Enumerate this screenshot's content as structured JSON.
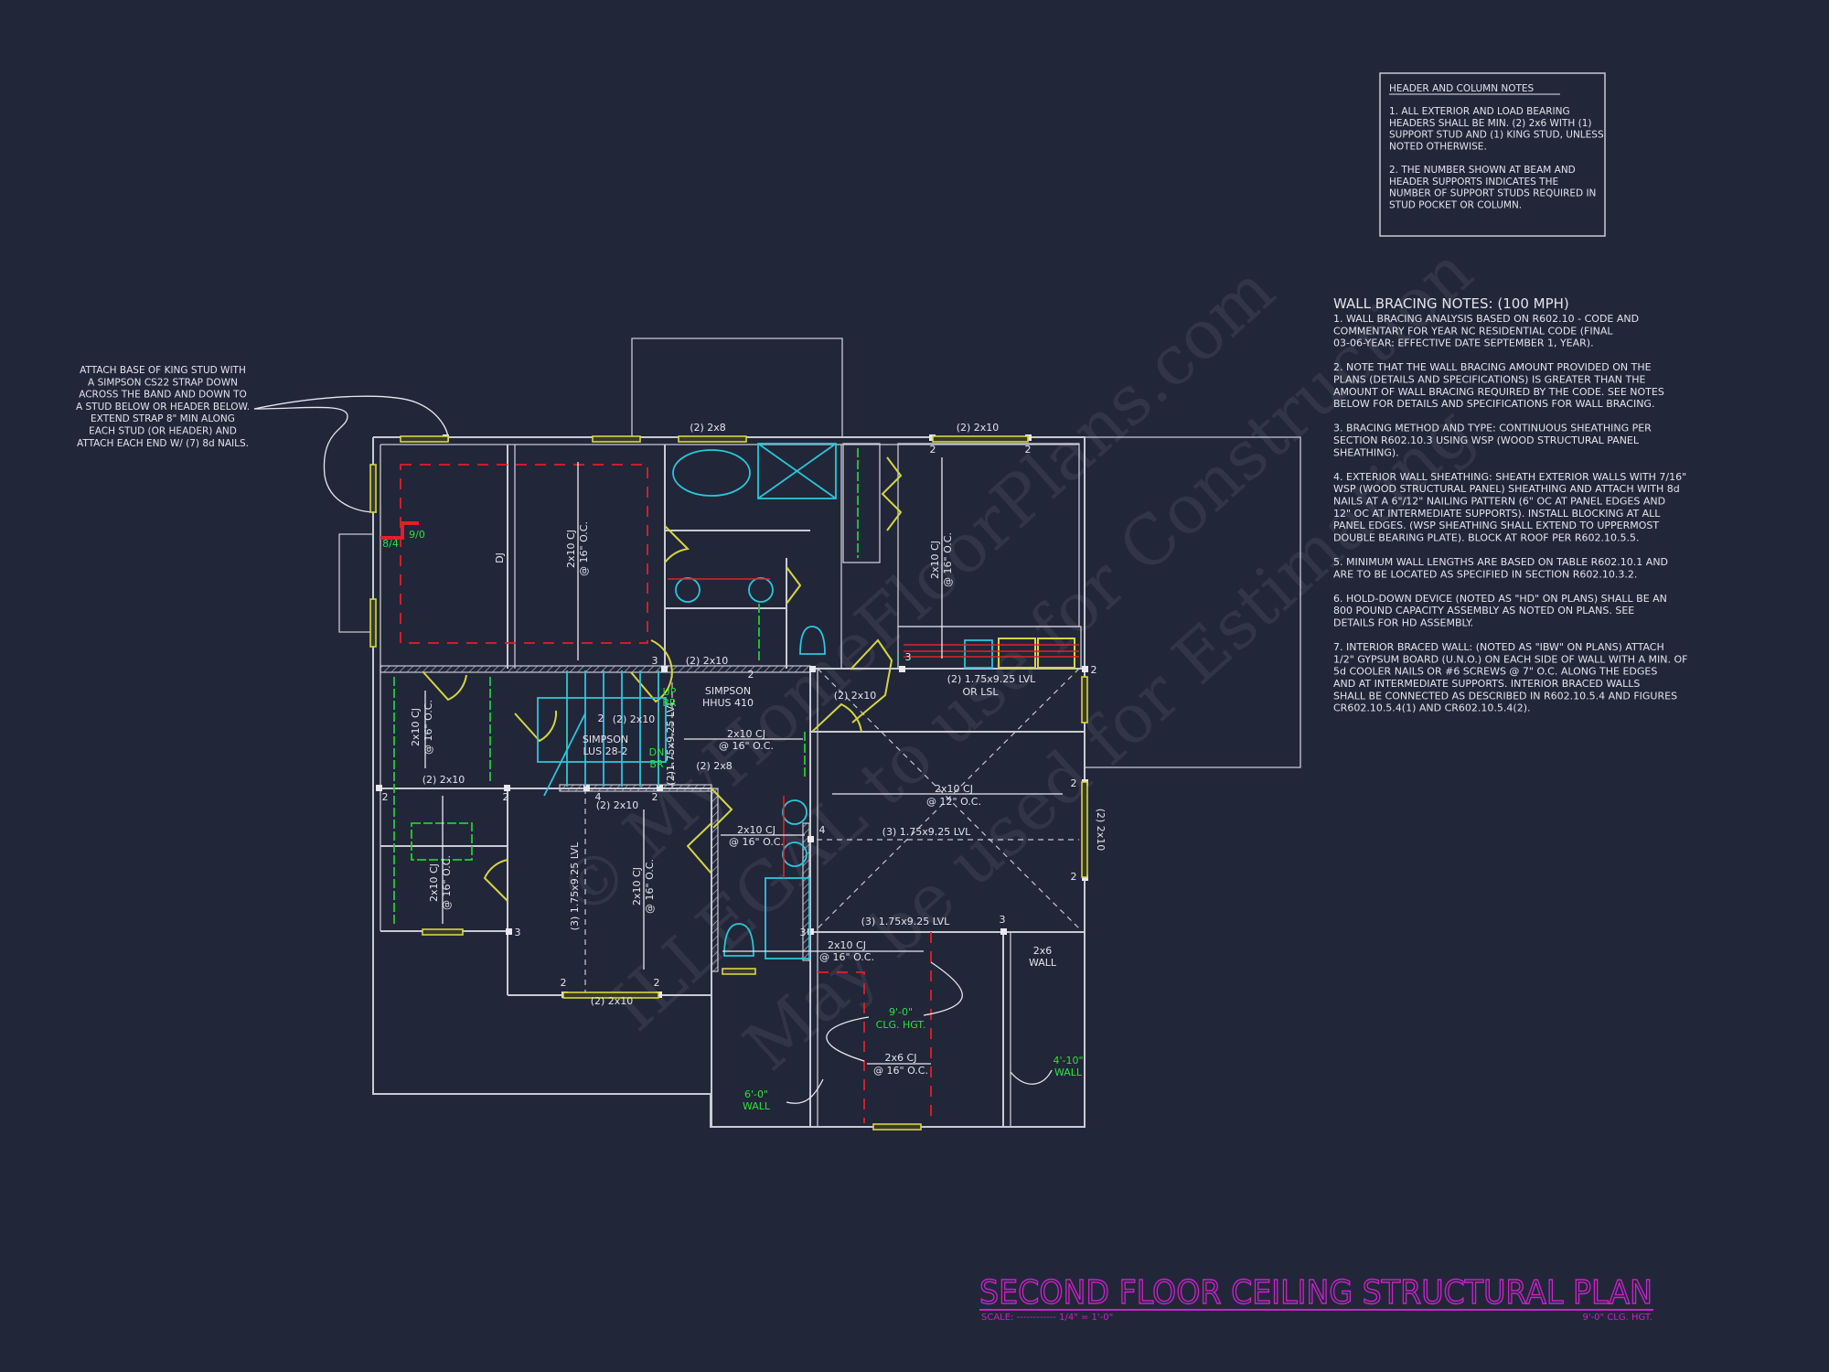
{
  "colors": {
    "background": "#222639",
    "walls": "#c9cad3",
    "headers_windows": "#d6d640",
    "fixtures": "#2cc6d8",
    "ceiling_dropped_lines": "#e0202a",
    "green_notes": "#2fe03a",
    "title": "#cc22cc"
  },
  "title_block": {
    "title": "SECOND FLOOR CEILING STRUCTURAL PLAN",
    "scale": "SCALE: ------------ 1/4\" = 1'-0\"",
    "ceiling_height": "9'-0\" CLG. HGT."
  },
  "header_column_notes": {
    "heading": "HEADER AND COLUMN NOTES",
    "lines": [
      "1. ALL EXTERIOR AND LOAD BEARING",
      "HEADERS SHALL BE MIN. (2) 2x6 WITH (1)",
      "SUPPORT STUD AND (1) KING STUD, UNLESS",
      "NOTED OTHERWISE.",
      "",
      "2. THE NUMBER SHOWN AT BEAM AND",
      "HEADER SUPPORTS INDICATES THE",
      "NUMBER OF SUPPORT STUDS REQUIRED IN",
      "STUD POCKET OR COLUMN."
    ]
  },
  "wall_bracing_notes": {
    "heading": "WALL BRACING NOTES: (100 MPH)",
    "lines": [
      "1. WALL BRACING ANALYSIS BASED ON R602.10 - CODE AND",
      "COMMENTARY FOR YEAR NC RESIDENTIAL CODE (FINAL",
      "03-06-YEAR: EFFECTIVE DATE SEPTEMBER 1, YEAR).",
      "",
      "2. NOTE THAT THE WALL BRACING AMOUNT PROVIDED ON THE",
      "PLANS (DETAILS AND SPECIFICATIONS) IS GREATER THAN THE",
      "AMOUNT OF WALL BRACING REQUIRED BY THE CODE. SEE NOTES",
      "BELOW FOR DETAILS AND SPECIFICATIONS FOR WALL BRACING.",
      "",
      "3. BRACING METHOD AND TYPE: CONTINUOUS SHEATHING PER",
      "SECTION R602.10.3 USING WSP (WOOD STRUCTURAL PANEL",
      "SHEATHING).",
      "",
      "4. EXTERIOR WALL SHEATHING: SHEATH EXTERIOR WALLS WITH 7/16\"",
      "WSP (WOOD STRUCTURAL PANEL) SHEATHING AND ATTACH WITH 8d",
      "NAILS AT A 6\"/12\" NAILING PATTERN (6\" OC AT PANEL EDGES AND",
      "12\" OC AT INTERMEDIATE SUPPORTS). INSTALL BLOCKING AT ALL",
      "PANEL EDGES. (WSP SHEATHING SHALL EXTEND TO UPPERMOST",
      "DOUBLE BEARING PLATE). BLOCK AT ROOF PER R602.10.5.5.",
      "",
      "5. MINIMUM WALL LENGTHS ARE BASED ON TABLE R602.10.1 AND",
      "ARE TO BE LOCATED AS SPECIFIED IN SECTION R602.10.3.2.",
      "",
      "6. HOLD-DOWN DEVICE (NOTED AS \"HD\" ON PLANS) SHALL BE AN",
      "800 POUND CAPACITY ASSEMBLY AS NOTED ON PLANS. SEE",
      "DETAILS FOR HD ASSEMBLY.",
      "",
      "7. INTERIOR BRACED WALL: (NOTED AS \"IBW\" ON PLANS) ATTACH",
      "1/2\" GYPSUM BOARD (U.N.O.) ON EACH SIDE OF WALL WITH A MIN. OF",
      "5d COOLER NAILS OR #6 SCREWS @ 7\" O.C. ALONG THE EDGES",
      "AND AT INTERMEDIATE SUPPORTS.  INTERIOR BRACED WALLS",
      "SHALL BE CONNECTED AS DESCRIBED IN R602.10.5.4 AND FIGURES",
      "CR602.10.5.4(1) AND CR602.10.5.4(2)."
    ]
  },
  "king_stud_note": {
    "lines": [
      "ATTACH BASE OF KING STUD WITH",
      "A SIMPSON CS22 STRAP DOWN",
      "ACROSS THE BAND AND DOWN TO",
      "A STUD BELOW OR HEADER BELOW.",
      "EXTEND STRAP 8\" MIN ALONG",
      "EACH STUD (OR HEADER) AND",
      "ATTACH EACH END W/ (7) 8d NAILS."
    ]
  },
  "plan": {
    "labels": [
      "(2) 2x8",
      "(2) 2x10",
      "2",
      "2",
      "2x10 CJ",
      "@ 16\" O.C.",
      "DJ",
      "9/0",
      "8/4",
      "2x10 CJ",
      "@ 16\" O.C.",
      "(2) 2x10",
      "3",
      "2",
      "SIMPSON",
      "HHUS 410",
      "(2) 1.75x9.25 LVL",
      "OR LSL",
      "3",
      "2",
      "(2) 2x10",
      "(2) 2x10",
      "2",
      "SIMPSON",
      "LUS 28-2",
      "(2)1.75x9.25 LVL",
      "UP",
      "BR",
      "DN",
      "BR",
      "2x10 CJ",
      "@ 16\" O.C.",
      "(2) 2x8",
      "2x10 CJ",
      "@ 16\" O.C.",
      "(2) 2x10",
      "2",
      "2",
      "2x10 CJ",
      "@ 16\" O.C.",
      "3",
      "(3) 1.75x9.25 LVL",
      "(2) 2x10",
      "4",
      "2",
      "2x10 CJ",
      "@ 16\" O.C.",
      "2",
      "2",
      "(2) 2x10",
      "2x10 CJ",
      "@ 16\" O.C.",
      "2x10 CJ",
      "@ 12\" O.C.",
      "(3) 1.75x9.25 LVL",
      "4",
      "2",
      "2",
      "(2) 2x10",
      "(3) 1.75x9.25 LVL",
      "3",
      "3",
      "2x10 CJ",
      "@ 16\" O.C.",
      "2x6",
      "WALL",
      "9'-0\"",
      "CLG. HGT.",
      "2x6 CJ",
      "@ 16\" O.C.",
      "6'-0\"",
      "WALL",
      "4'-10\"",
      "WALL"
    ]
  },
  "watermark": [
    "© MyHomeFloorPlans.com",
    "ILLEGAL to use for Construction",
    "May be used for Estimating"
  ]
}
